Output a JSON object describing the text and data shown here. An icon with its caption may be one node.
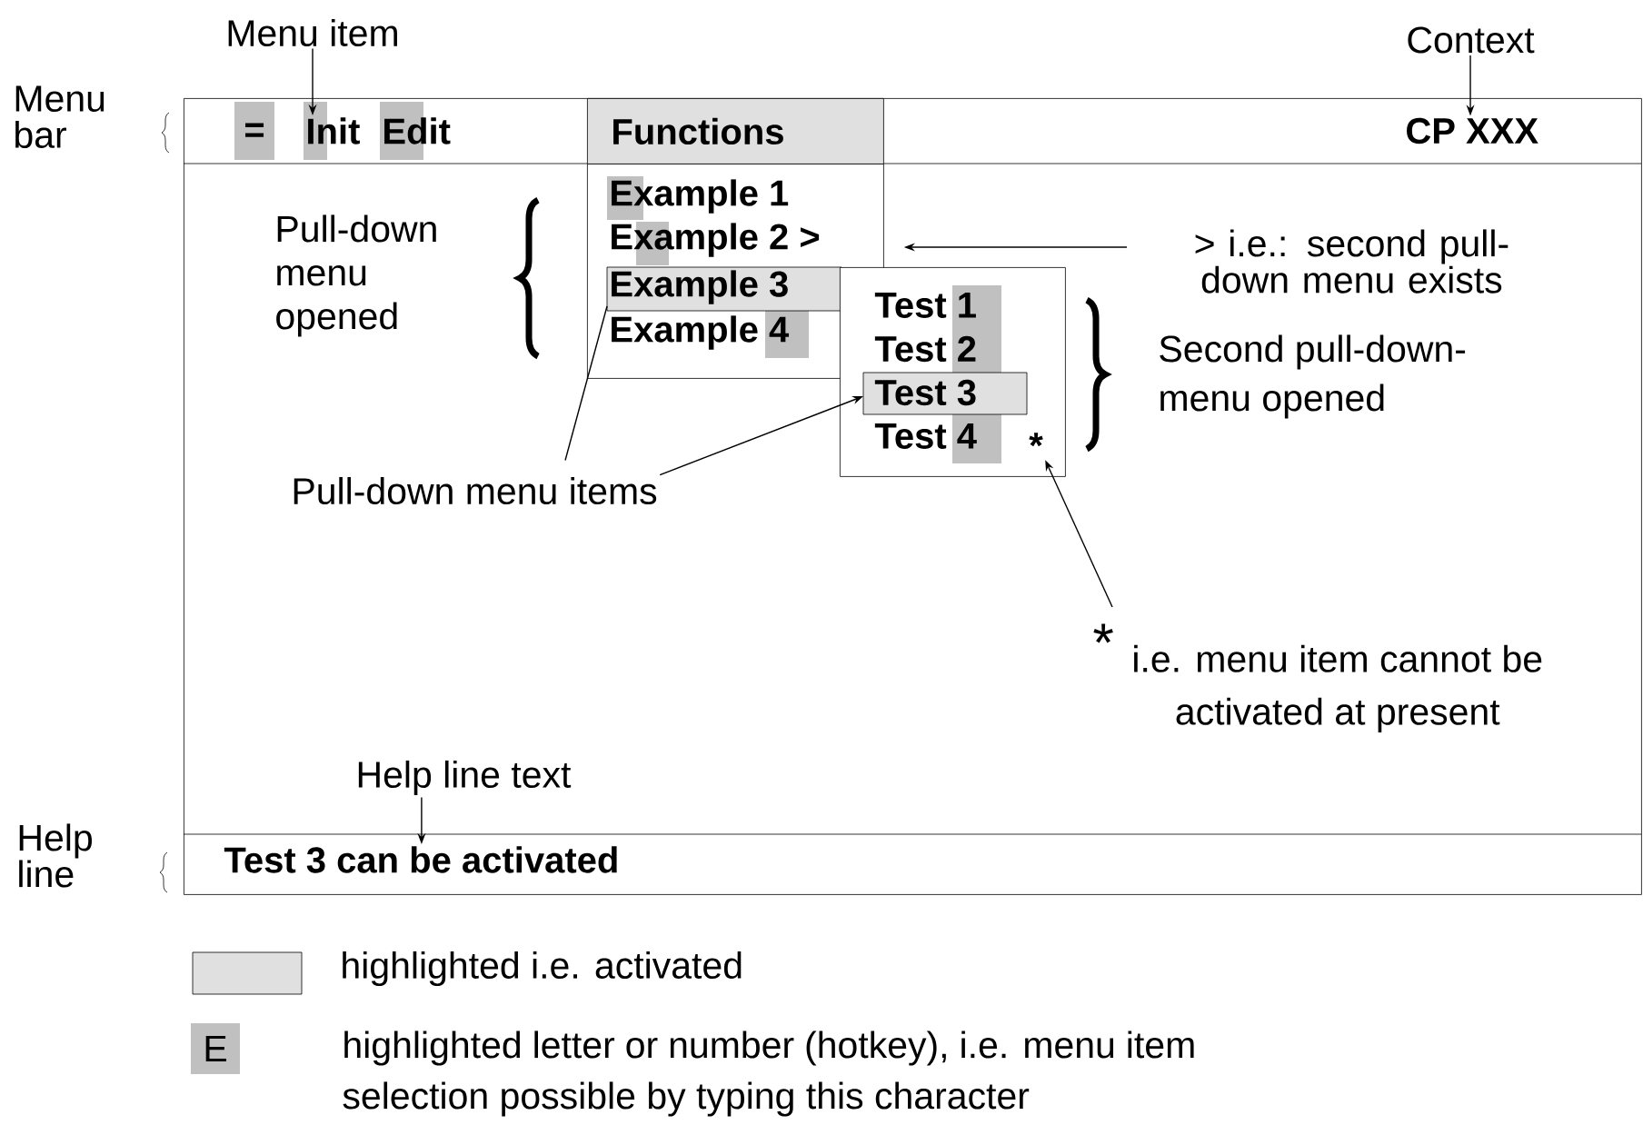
{
  "diagram": {
    "nodes": [
      {
        "text": [
          "Menu item"
        ]
      },
      {
        "text": [
          "Context"
        ]
      },
      {
        "text": [],
        "shape": "box"
      },
      {
        "text": [
          "="
        ],
        "in": 2
      },
      {
        "text": [
          "Init"
        ],
        "in": 2
      },
      {
        "text": [
          "Edit"
        ],
        "in": 2
      },
      {
        "text": [
          "Functions"
        ],
        "in": 2
      },
      {
        "text": [
          "CP XXX"
        ],
        "in": 2
      },
      {
        "text": [],
        "shape": "box",
        "in": 2
      },
      {
        "text": [
          "Example 1"
        ],
        "in": 8
      },
      {
        "text": [
          "Example 2 >"
        ],
        "in": 8
      },
      {
        "text": [
          "Example 3"
        ],
        "in": 8
      },
      {
        "text": [
          "Example 4"
        ],
        "in": 8
      },
      {
        "text": [
          "Pull-down menu opened"
        ],
        "in": 2
      },
      {
        "text": [
          "> i.e.: second pull-down menu exists"
        ],
        "in": 2
      },
      {
        "text": [],
        "shape": "box",
        "in": 2
      },
      {
        "text": [
          "Test 1"
        ],
        "in": 15
      },
      {
        "text": [
          "Test 2"
        ],
        "in": 15
      },
      {
        "text": [
          "Test 3"
        ],
        "in": 15
      },
      {
        "text": [
          "Test 4"
        ],
        "in": 15
      },
      {
        "text": [
          "*"
        ],
        "in": 15
      },
      {
        "text": [
          "Second pull-down- menu opened"
        ],
        "in": 2
      },
      {
        "text": [
          "Pull-down menu items"
        ],
        "in": 2
      },
      {
        "text": [
          "*",
          "i.e. menu item cannot be activated at present"
        ],
        "in": 2
      },
      {
        "text": [
          "Help line text"
        ],
        "in": 2
      },
      {
        "text": [
          "Test 3 can be activated"
        ],
        "in": 2
      }
    ],
    "edges": [
      {
        "from": 0,
        "to": 4,
        "arrow": "to"
      },
      {
        "from": 1,
        "to": 7,
        "arrow": "to"
      },
      {
        "from": 14,
        "to": 8,
        "arrow": "to"
      },
      {
        "from": 22,
        "to": 11,
        "arrow": "none"
      },
      {
        "from": 22,
        "to": 18,
        "arrow": "to"
      },
      {
        "from": 23,
        "to": 20,
        "arrow": "to"
      },
      {
        "from": 24,
        "to": 25,
        "arrow": "to"
      }
    ],
    "labels": [
      "Menu bar",
      "Help line",
      "E"
    ],
    "legend": [
      {
        "text": "highlighted i.e. activated",
        "color": "#e0e0e0"
      },
      {
        "text": "highlighted letter or number (hotkey), i.e. menu item selection possible by typing this character",
        "color": "#c0c0c0"
      }
    ]
  }
}
